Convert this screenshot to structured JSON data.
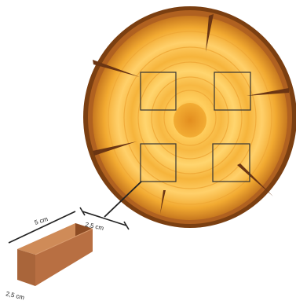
{
  "diagram": {
    "labels": {
      "length": "5 cm",
      "width": "2,5 cm",
      "height": "2,5 cm"
    },
    "colors": {
      "bark_dark": "#7a3f12",
      "bark_mid": "#a85a1c",
      "wood_outer": "#f2b435",
      "wood_inner": "#ffd874",
      "wood_core": "#e79a24",
      "square_stroke": "#333333",
      "stick_front": "#b06a3c",
      "stick_top": "#d18e5c",
      "stick_side": "#8a4a22"
    }
  }
}
